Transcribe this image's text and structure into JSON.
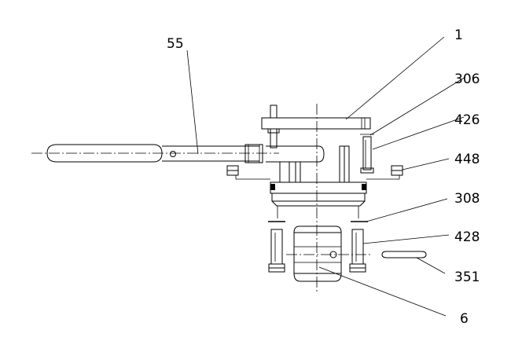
{
  "callouts": {
    "c55": "55",
    "c1": "1",
    "c306": "306",
    "c426": "426",
    "c448": "448",
    "c308": "308",
    "c428": "428",
    "c351": "351",
    "c6": "6"
  },
  "colors": {
    "background": "#ffffff",
    "ink": "#000000"
  }
}
